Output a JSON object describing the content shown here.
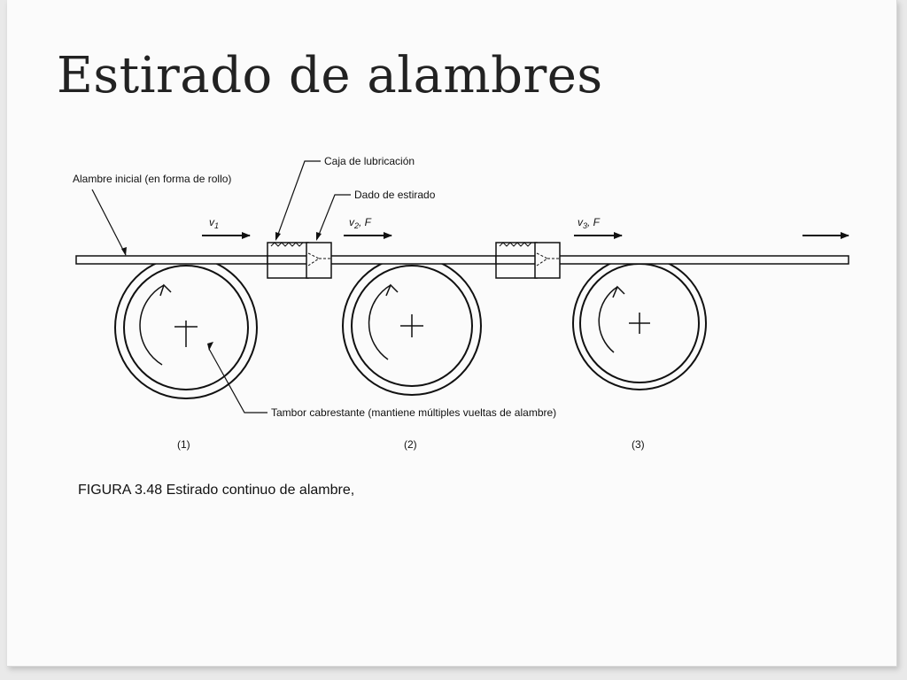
{
  "slide": {
    "title": "Estirado de alambres"
  },
  "figure": {
    "labels": {
      "initial_wire": "Alambre inicial (en forma de rollo)",
      "lube_box": "Caja de lubricación",
      "die": "Dado de estirado",
      "capstan": "Tambor cabrestante (mantiene múltiples vueltas de alambre)"
    },
    "velocities": {
      "v1": {
        "base": "v",
        "sub": "1",
        "suffix": ""
      },
      "v2": {
        "base": "v",
        "sub": "2",
        "suffix": ", F"
      },
      "v3": {
        "base": "v",
        "sub": "3",
        "suffix": ", F"
      }
    },
    "stations": [
      "(1)",
      "(2)",
      "(3)"
    ],
    "caption": "FIGURA 3.48 Estirado continuo de alambre,"
  }
}
